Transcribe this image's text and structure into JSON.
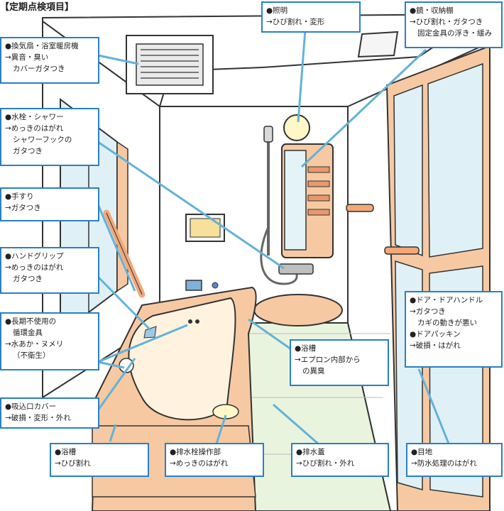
{
  "title": "【定期点検項目】",
  "callouts": {
    "fan": [
      "●換気扇・浴室暖房機",
      "→異音・臭い",
      "カバーガタつき"
    ],
    "light": [
      "●照明",
      "→ひび割れ・変形"
    ],
    "mirror": [
      "●鏡・収納棚",
      "→ひび割れ・ガタつき",
      "固定金具の浮き・緩み"
    ],
    "faucet": [
      "●水栓・シャワー",
      "→めっきのはがれ",
      "シャワーフックの",
      "ガタつき"
    ],
    "handrail": [
      "●手すり",
      "→ガタつき"
    ],
    "handgrip": [
      "●ハンドグリップ",
      "→めっきのはがれ",
      "ガタつき"
    ],
    "circulation": [
      "●長期不使用の",
      "循環金具",
      "→水あか・ヌメリ",
      "（不衛生）"
    ],
    "door": [
      "●ドア・ドアハンドル",
      "→ガタつき",
      "カギの動きが悪い",
      "●ドアパッキン",
      "→破損・はがれ"
    ],
    "apron": [
      "●浴槽",
      "→エプロン内部から",
      "の異臭"
    ],
    "suction": [
      "●吸込口カバー",
      "→破損・変形・外れ"
    ],
    "tub_crack": [
      "●浴槽",
      "→ひび割れ"
    ],
    "drain_plug": [
      "●排水栓操作部",
      "→めっきのはがれ"
    ],
    "drain_cover": [
      "●排水蓋",
      "→ひび割れ・外れ"
    ],
    "joint": [
      "●目地",
      "→防水処理のはがれ"
    ]
  }
}
